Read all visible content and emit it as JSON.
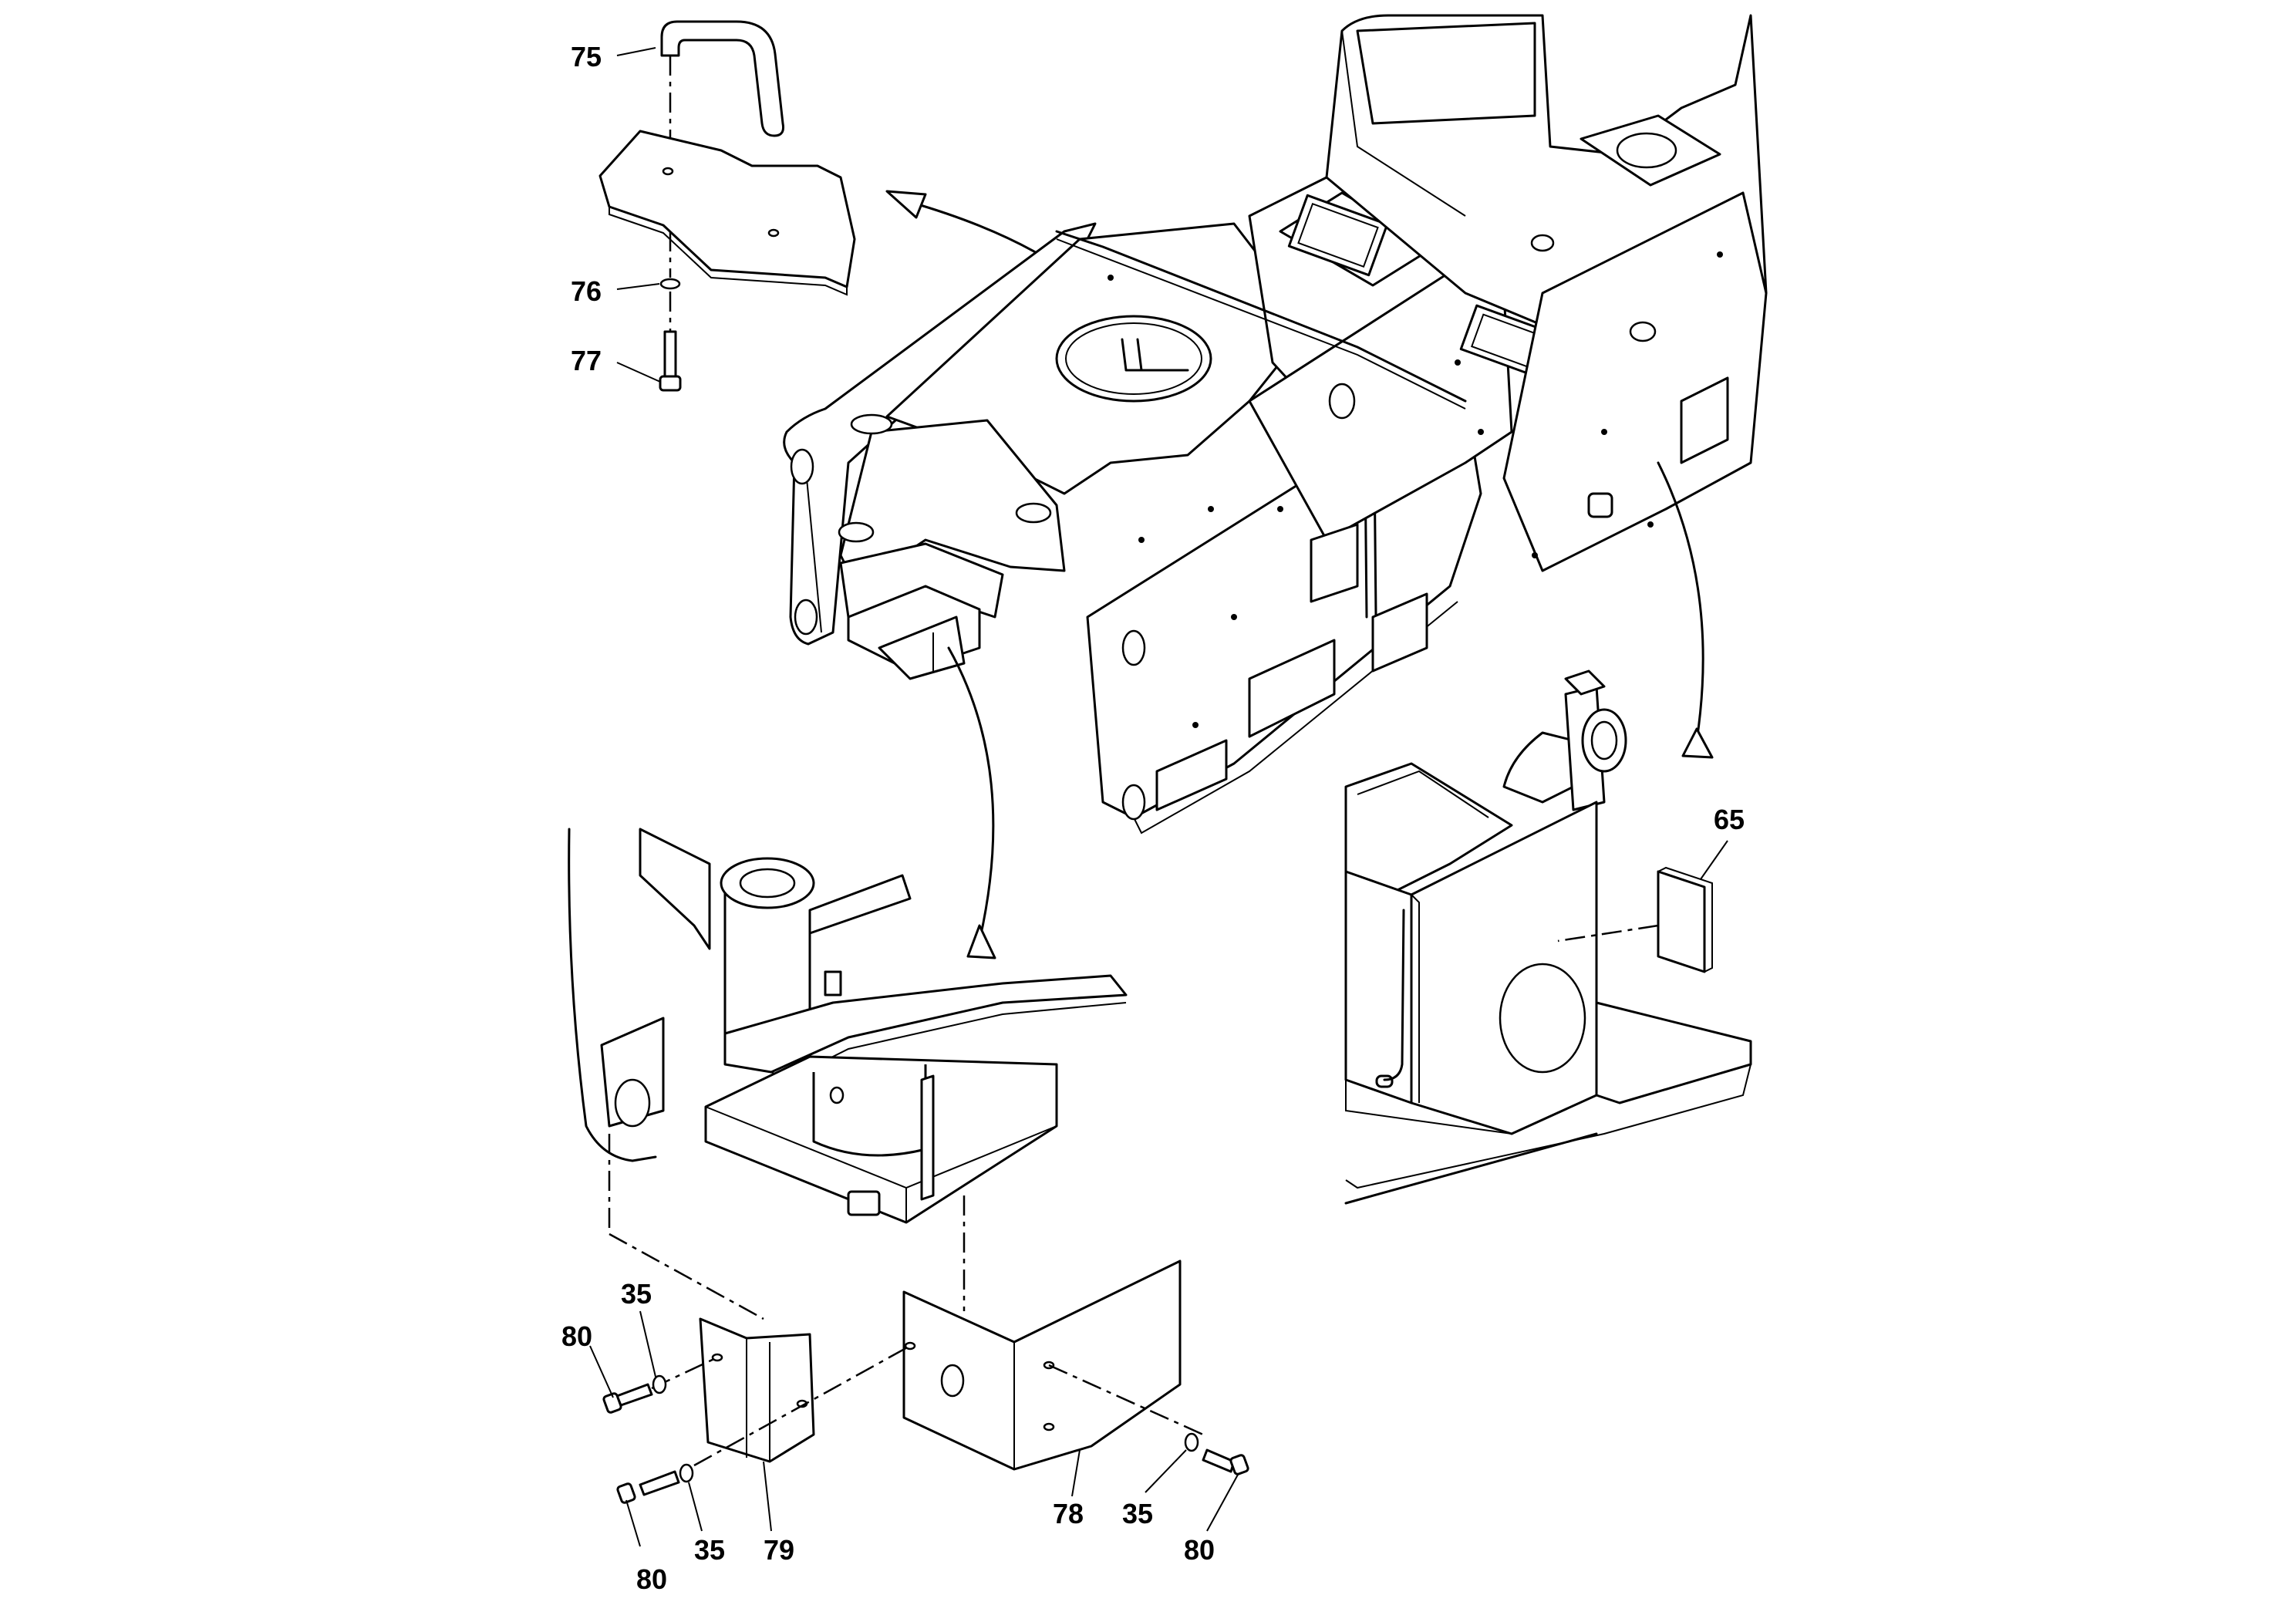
{
  "callouts": {
    "c75": "75",
    "c76": "76",
    "c77": "77",
    "c65": "65",
    "c35a": "35",
    "c80a": "80",
    "c80b": "80",
    "c35b": "35",
    "c79": "79",
    "c78": "78",
    "c35c": "35",
    "c80c": "80"
  }
}
